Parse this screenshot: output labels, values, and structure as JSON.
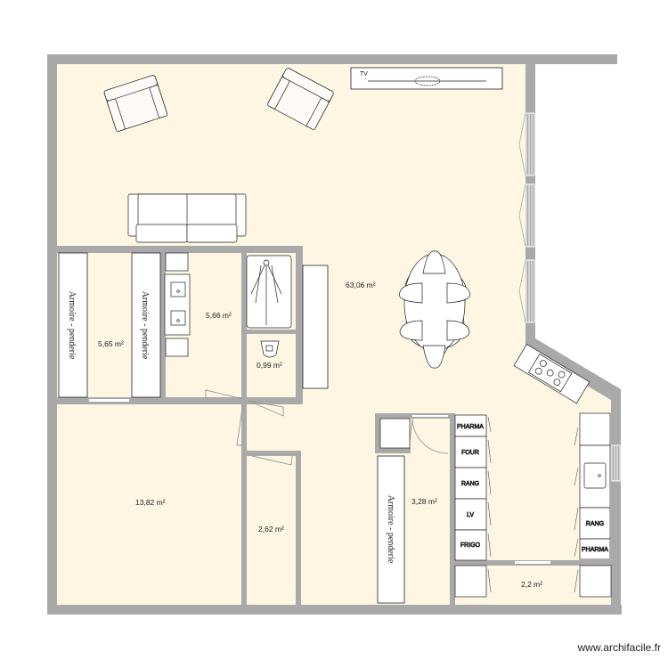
{
  "plan": {
    "colors": {
      "floor": "#fcf6e3",
      "wall": "#a9a9a9",
      "furniture": "#ffffff",
      "outline": "#222222"
    },
    "rooms": [
      {
        "id": "living",
        "area": "63,06 m²"
      },
      {
        "id": "dressing",
        "area": "5,65 m²"
      },
      {
        "id": "bathroom",
        "area": "5,66 m²"
      },
      {
        "id": "wc",
        "area": "0,99 m²"
      },
      {
        "id": "bedroom",
        "area": "13,82 m²"
      },
      {
        "id": "closet",
        "area": "2,62 m²"
      },
      {
        "id": "kitchen-hall",
        "area": "3,28 m²"
      },
      {
        "id": "pantry",
        "area": "2,2 m²"
      }
    ],
    "furniture": {
      "tv": "TV",
      "wardrobe_1": "Armoire - penderie",
      "wardrobe_2": "Armoire - penderie",
      "wardrobe_3": "Armoire - penderie"
    },
    "appliances_left": [
      "PHARMA",
      "FOUR",
      "RANG",
      "LV",
      "FRIGO"
    ],
    "appliances_right": [
      "RANG",
      "PHARMA"
    ]
  },
  "watermark": "www.archifacile.fr"
}
